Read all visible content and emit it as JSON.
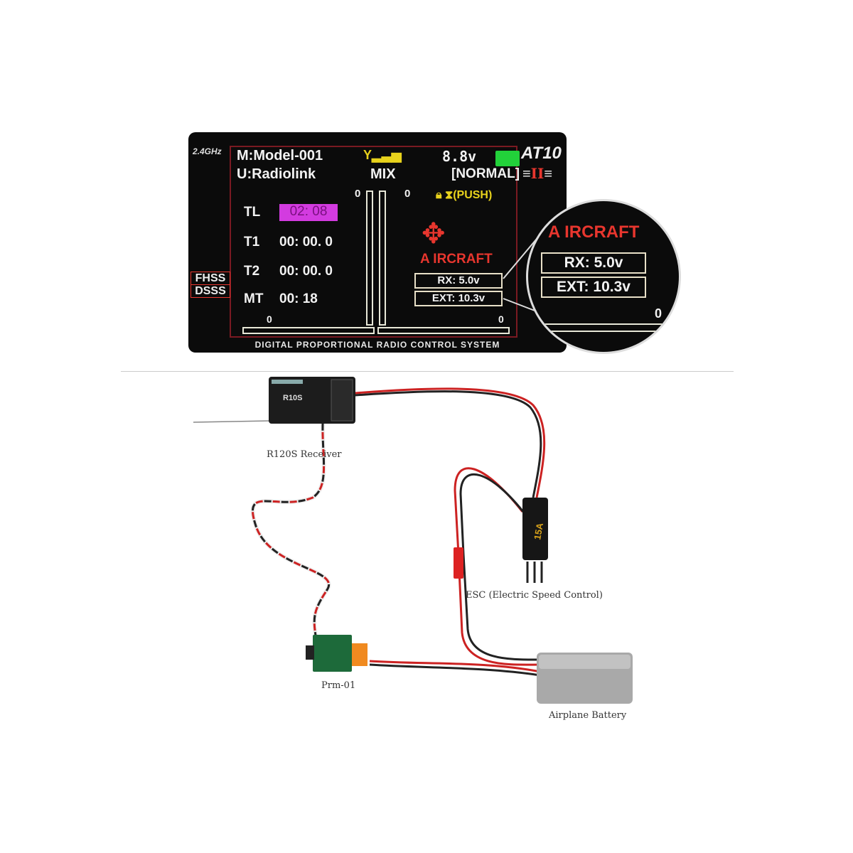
{
  "screen": {
    "band": "2.4GHz",
    "model": "M:Model-001",
    "user": "U:Radiolink",
    "mix": "MIX",
    "voltage": "8.8v",
    "mode": "[NORMAL]",
    "brand": "AT10",
    "brand_mark": "II",
    "push": "(PUSH)",
    "zero": "0",
    "timers": [
      {
        "label": "TL",
        "value": "02: 08"
      },
      {
        "label": "T1",
        "value": "00: 00. 0"
      },
      {
        "label": "T2",
        "value": "00: 00. 0"
      },
      {
        "label": "MT",
        "value": "00: 18"
      }
    ],
    "protocols": [
      "FHSS",
      "DSSS"
    ],
    "model_type": "A IRCRAFT",
    "rx": "RX:  5.0v",
    "ext": "EXT: 10.3v",
    "footer": "DIGITAL PROPORTIONAL RADIO CONTROL SYSTEM"
  },
  "diagram": {
    "receiver_label": "R120S  Receiver",
    "receiver_model": "R10S",
    "esc_label": "ESC (Electric Speed Control)",
    "esc_marking": "15A",
    "module_label": "Prm-01",
    "battery_label": "Airplane Battery"
  },
  "colors": {
    "timer_bg": "#d33be0",
    "accent_red": "#e8362e",
    "battery_green": "#22d13a",
    "yellow": "#e8d21c"
  }
}
